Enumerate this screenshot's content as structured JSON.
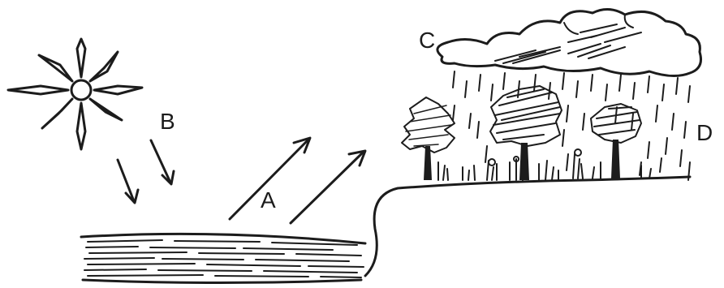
{
  "diagram": {
    "labels": {
      "a": "A",
      "b": "B",
      "c": "C",
      "d": "D"
    },
    "colors": {
      "ink": "#1c1c1c",
      "background": "#ffffff"
    },
    "icons": [
      "sun-icon",
      "cloud-icon",
      "rain-icon",
      "tree-icon",
      "water-body-icon",
      "arrow-icon"
    ]
  }
}
